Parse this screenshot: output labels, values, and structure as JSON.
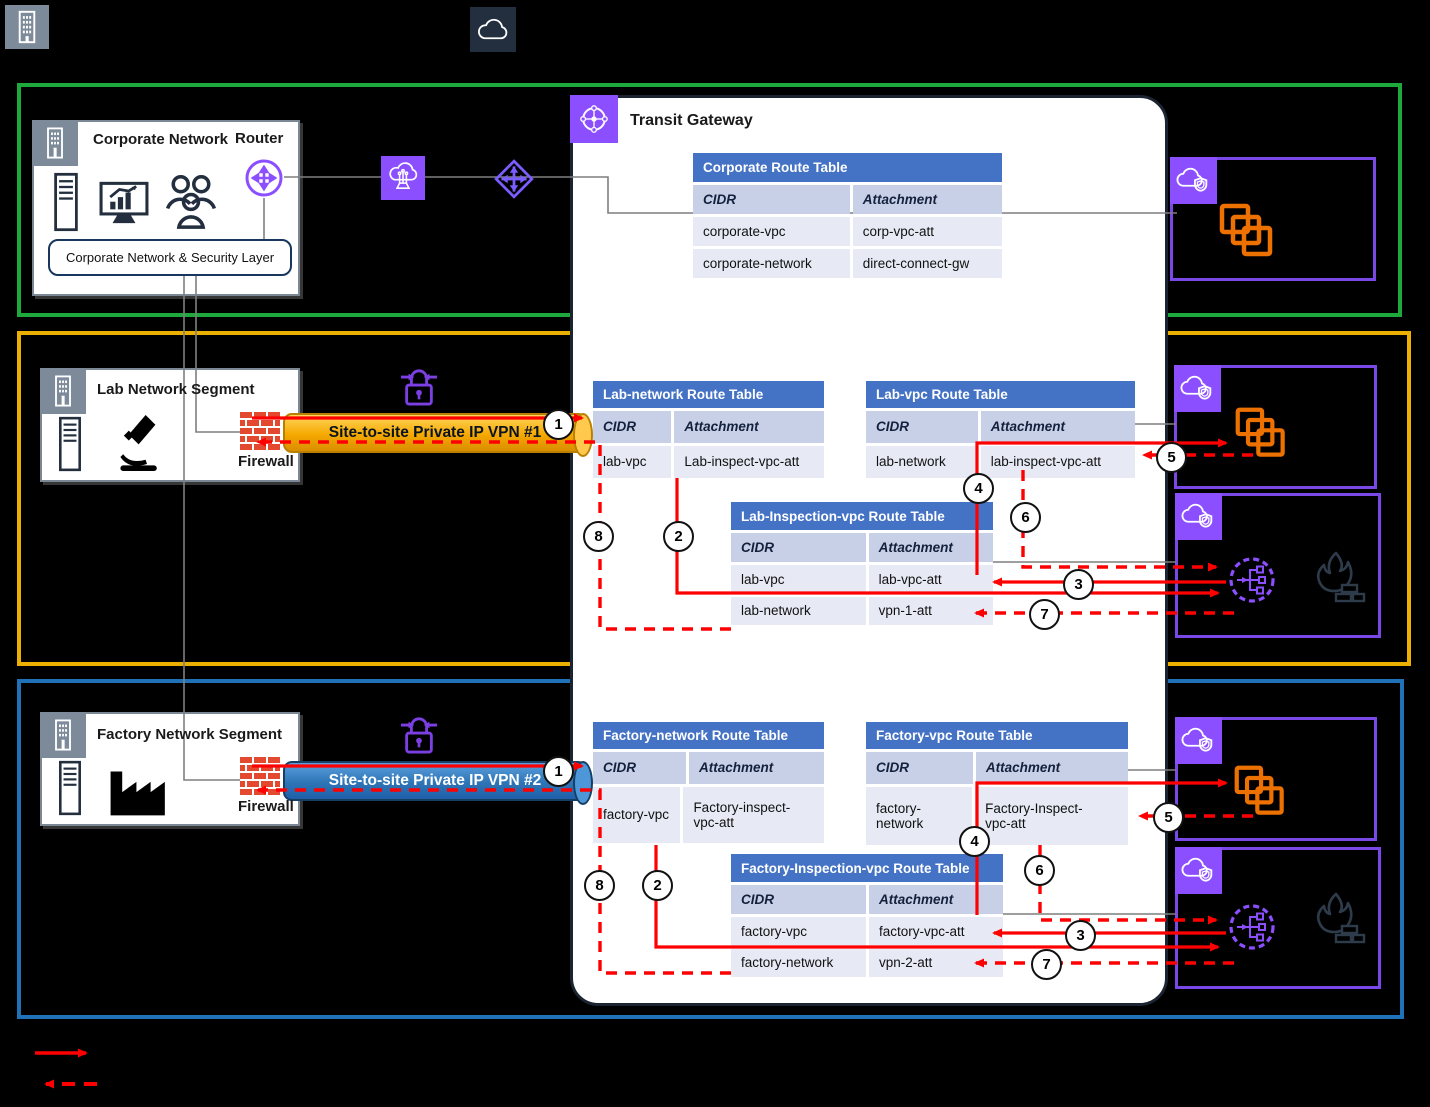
{
  "colors": {
    "background": "#000000",
    "corporate_border": "#1FA83C",
    "lab_border": "#EBB000",
    "factory_border": "#1F72B8",
    "table_header": "#4472C4",
    "flow_arrow": "#FF0000",
    "aws_purple": "#8C4FFF",
    "subnet_orange": "#ED7100",
    "onprem_gray": "#7D8A99",
    "aws_navy": "#232F3E",
    "vpn1_tube": "#F5A800",
    "vpn2_tube": "#2E75B6"
  },
  "transit_gateway": {
    "title": "Transit Gateway"
  },
  "corporate": {
    "box_title": "Corporate Network",
    "router_label": "Router",
    "security_layer_label": "Corporate Network & Security Layer",
    "route_table": {
      "title": "Corporate Route Table",
      "columns": [
        "CIDR",
        "Attachment"
      ],
      "rows": [
        [
          "corporate-vpc",
          "corp-vpc-att"
        ],
        [
          "corporate-network",
          "direct-connect-gw"
        ]
      ]
    }
  },
  "lab": {
    "box_title": "Lab Network Segment",
    "firewall_label": "Firewall",
    "vpn_label": "Site-to-site Private IP VPN #1",
    "steps": [
      "1",
      "2",
      "3",
      "4",
      "5",
      "6",
      "7",
      "8"
    ],
    "route_tables": {
      "network": {
        "title": "Lab-network Route Table",
        "columns": [
          "CIDR",
          "Attachment"
        ],
        "rows": [
          [
            "lab-vpc",
            "Lab-inspect-vpc-att"
          ]
        ]
      },
      "vpc": {
        "title": "Lab-vpc Route Table",
        "columns": [
          "CIDR",
          "Attachment"
        ],
        "rows": [
          [
            "lab-network",
            "lab-inspect-vpc-att"
          ]
        ]
      },
      "inspection": {
        "title": "Lab-Inspection-vpc Route Table",
        "columns": [
          "CIDR",
          "Attachment"
        ],
        "rows": [
          [
            "lab-vpc",
            "lab-vpc-att"
          ],
          [
            "lab-network",
            "vpn-1-att"
          ]
        ]
      }
    }
  },
  "factory": {
    "box_title": "Factory Network Segment",
    "firewall_label": "Firewall",
    "vpn_label": "Site-to-site Private IP VPN #2",
    "steps": [
      "1",
      "2",
      "3",
      "4",
      "5",
      "6",
      "7",
      "8"
    ],
    "route_tables": {
      "network": {
        "title": "Factory-network Route Table",
        "columns": [
          "CIDR",
          "Attachment"
        ],
        "rows": [
          [
            "factory-vpc",
            "Factory-inspect-vpc-att"
          ]
        ]
      },
      "vpc": {
        "title": "Factory-vpc Route Table",
        "columns": [
          "CIDR",
          "Attachment"
        ],
        "rows": [
          [
            "factory-network",
            "Factory-Inspect-vpc-att"
          ]
        ]
      },
      "inspection": {
        "title": "Factory-Inspection-vpc Route Table",
        "columns": [
          "CIDR",
          "Attachment"
        ],
        "rows": [
          [
            "factory-vpc",
            "factory-vpc-att"
          ],
          [
            "factory-network",
            "vpn-2-att"
          ]
        ]
      }
    }
  }
}
